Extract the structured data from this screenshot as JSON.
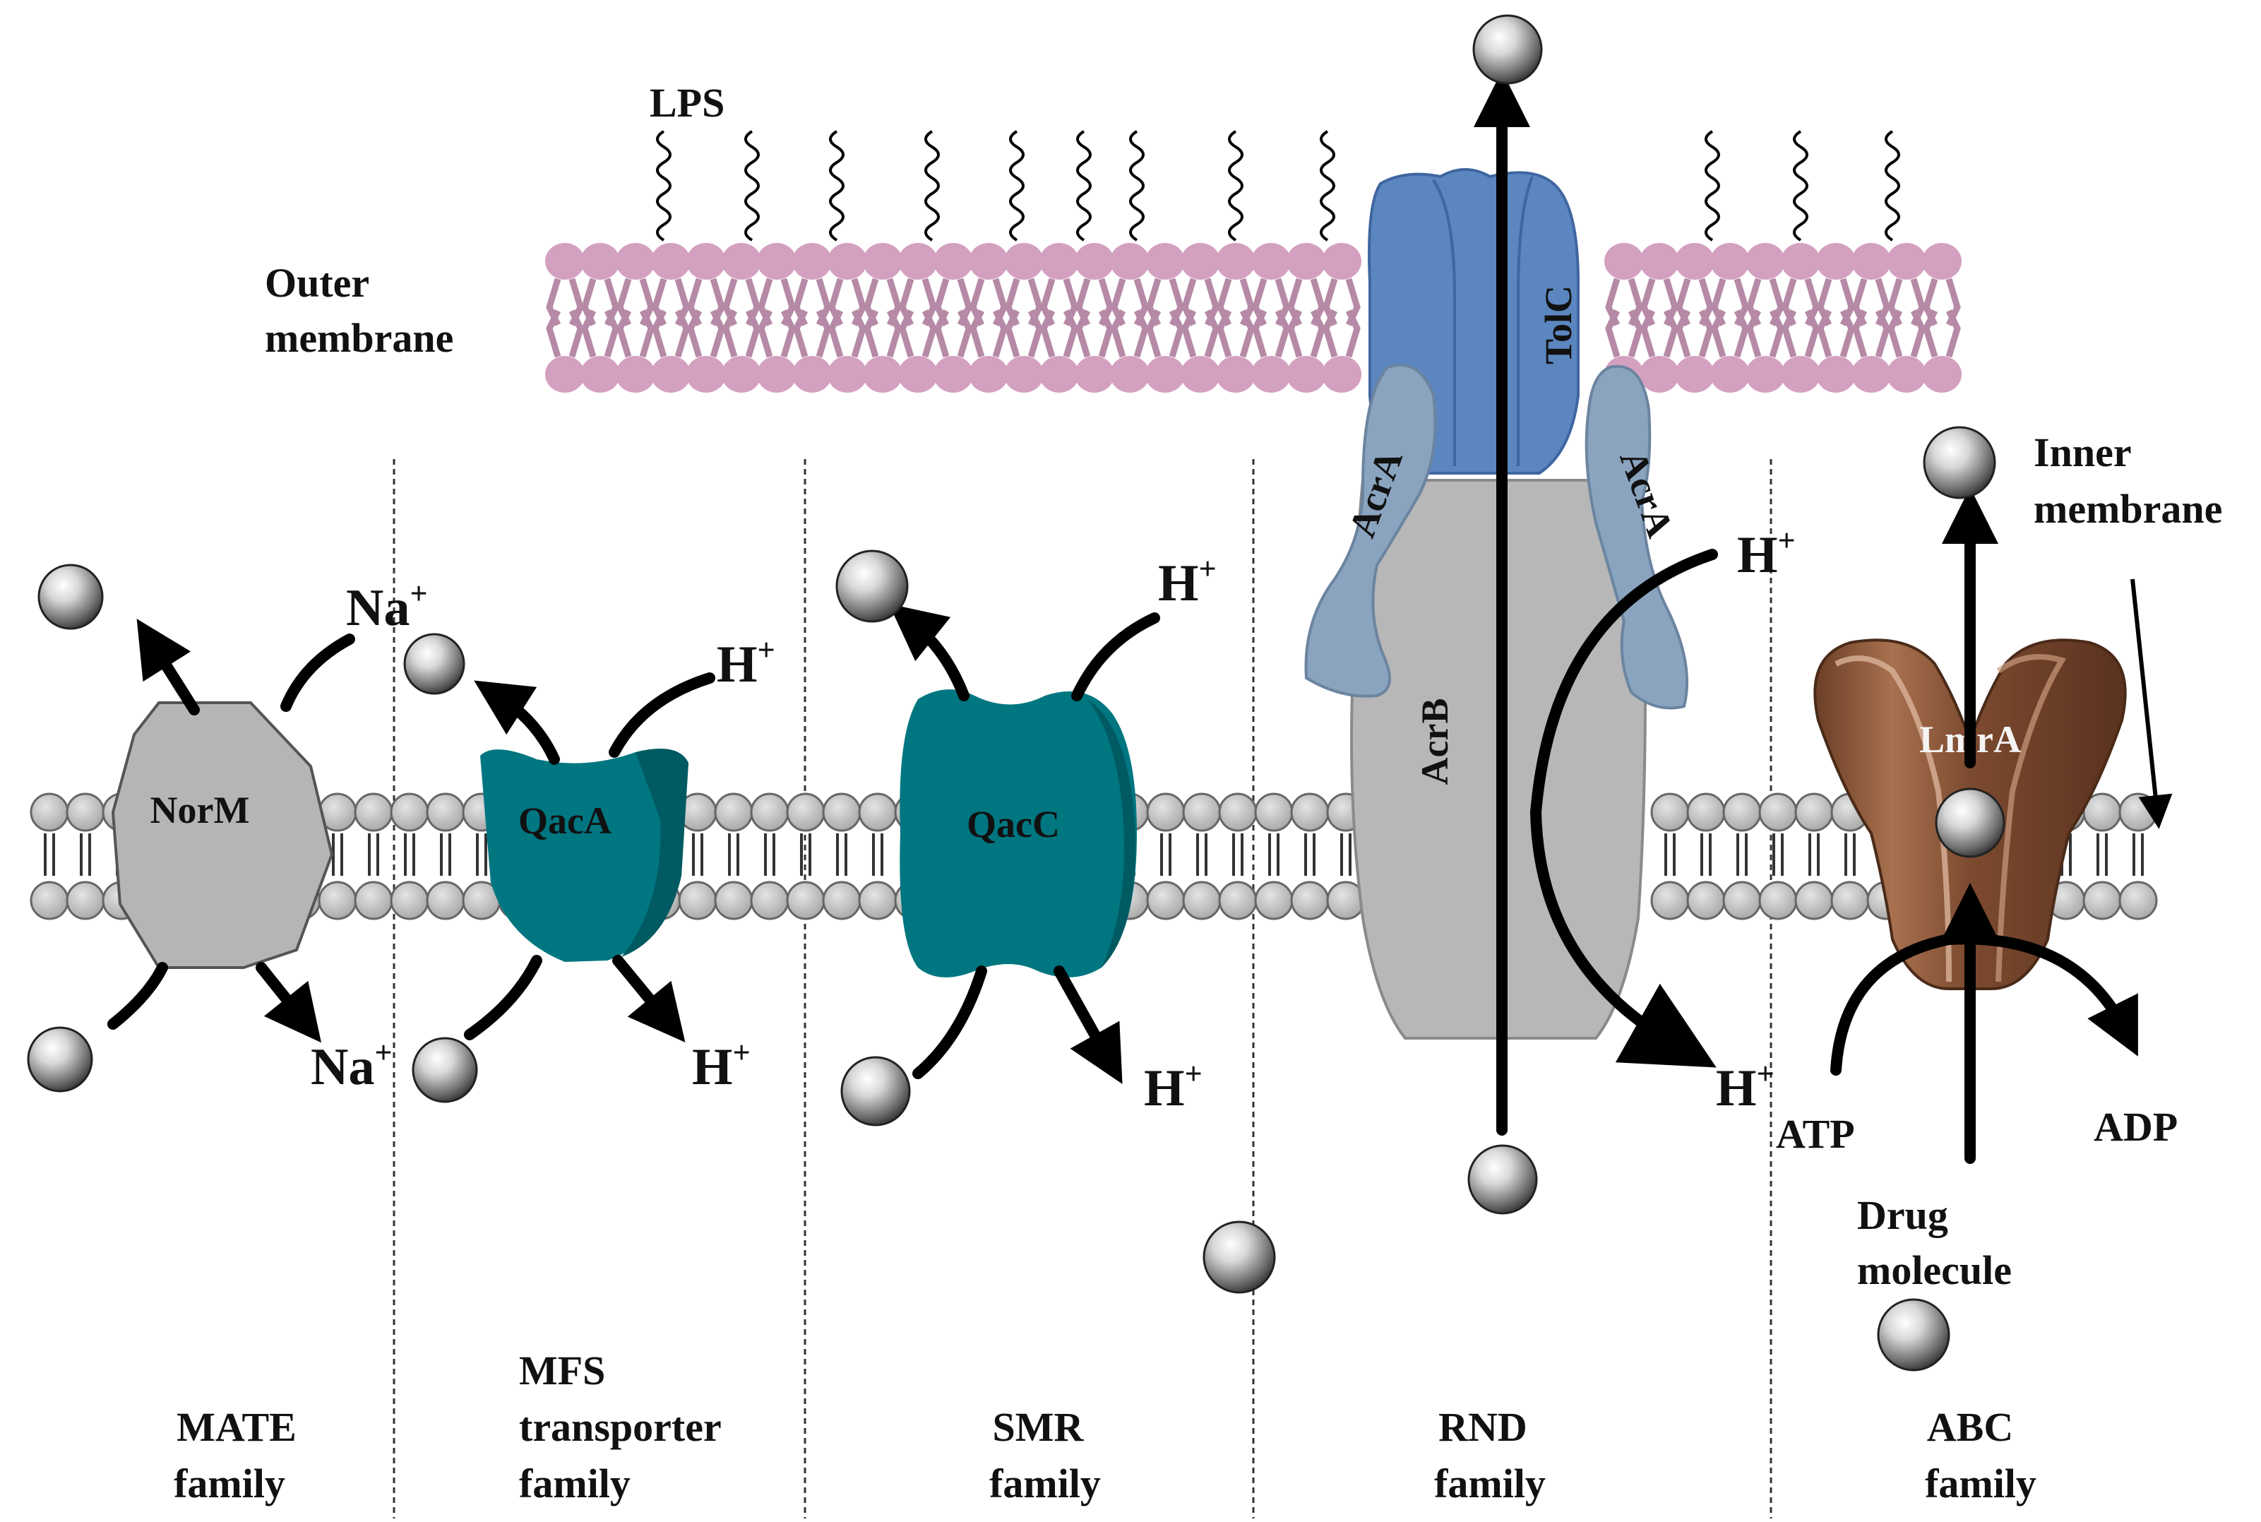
{
  "labels": {
    "lps": "LPS",
    "outer_membrane": [
      "Outer",
      "membrane"
    ],
    "inner_membrane": [
      "Inner",
      "membrane"
    ],
    "drug_molecule": [
      "Drug",
      "molecule"
    ],
    "atp": "ATP",
    "adp": "ADP"
  },
  "proteins": {
    "norm": "NorM",
    "qaca": "QacA",
    "qacc": "QacC",
    "tolc": "TolC",
    "acra_left": "AcrA",
    "acra_right": "AcrA",
    "acrb": "AcrB",
    "lmra": "LmrA"
  },
  "ions": {
    "na": "Na",
    "h": "H",
    "plus": "+"
  },
  "families": [
    [
      "MATE",
      "family"
    ],
    [
      "MFS",
      "transporter",
      "family"
    ],
    [
      "SMR",
      "family"
    ],
    [
      "RND",
      "family"
    ],
    [
      "ABC",
      "family"
    ]
  ],
  "colors": {
    "outer_membrane": "#d4a0c0",
    "inner_membrane": "#bdbdbd",
    "tolc": "#5b86bf",
    "acra": "#8aa3bf",
    "acrb": "#b7b7b7",
    "norm": "#b5b5b5",
    "qac": "#007680",
    "lmra": "#8b5a3c"
  }
}
